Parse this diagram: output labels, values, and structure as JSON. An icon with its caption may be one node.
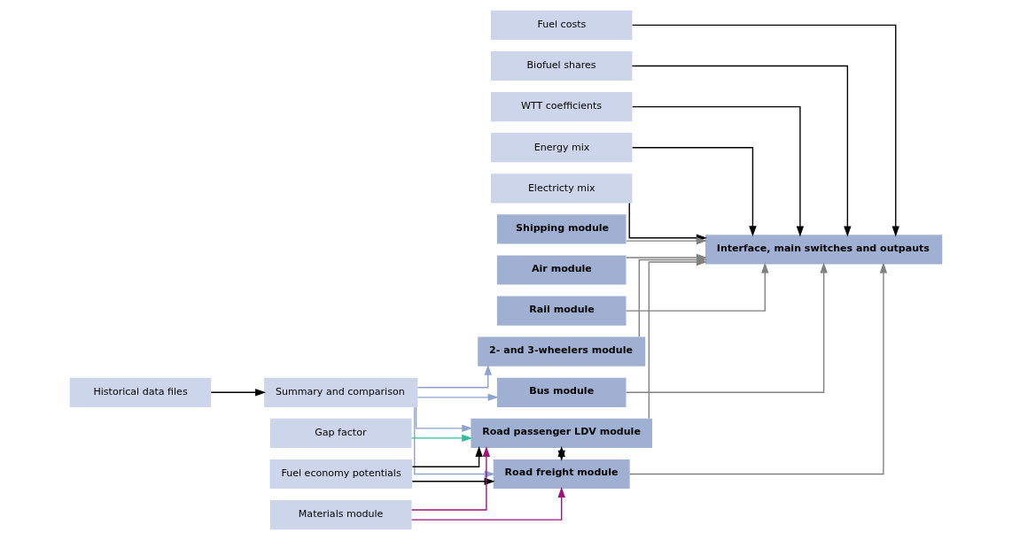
{
  "diagram": {
    "nodes": [
      {
        "text": [
          "Historical data files"
        ]
      },
      {
        "text": [
          "Summary and comparison"
        ]
      },
      {
        "text": [
          "Gap factor"
        ]
      },
      {
        "text": [
          "Fuel economy potentials"
        ]
      },
      {
        "text": [
          "Materials module"
        ]
      },
      {
        "text": [
          "Fuel costs"
        ]
      },
      {
        "text": [
          "Biofuel shares"
        ]
      },
      {
        "text": [
          "WTT coefficients"
        ]
      },
      {
        "text": [
          "Energy mix"
        ]
      },
      {
        "text": [
          "Electricty mix"
        ]
      },
      {
        "text": [
          "Shipping module"
        ]
      },
      {
        "text": [
          "Air module"
        ]
      },
      {
        "text": [
          "Rail module"
        ]
      },
      {
        "text": [
          "Road passenger LDV module"
        ]
      },
      {
        "text": [
          "Road freight module"
        ]
      },
      {
        "text": [
          "2- and 3-wheelers module"
        ]
      },
      {
        "text": [
          "Bus module"
        ]
      },
      {
        "text": [
          "Interface, main switches and outpauts"
        ]
      }
    ],
    "edges": [
      {
        "from": 0,
        "to": 1,
        "arrow": "to"
      },
      {
        "from": 1,
        "to": 13,
        "arrow": "to",
        "color": "#8ea3cf"
      },
      {
        "from": 1,
        "to": 14,
        "arrow": "to",
        "color": "#8ea3cf"
      },
      {
        "from": 1,
        "to": 15,
        "arrow": "to",
        "color": "#8ea3cf"
      },
      {
        "from": 1,
        "to": 16,
        "arrow": "to",
        "color": "#8ea3cf"
      },
      {
        "from": 2,
        "to": 13,
        "arrow": "to",
        "color": "#2bbf9a"
      },
      {
        "from": 3,
        "to": 13,
        "arrow": "to"
      },
      {
        "from": 3,
        "to": 14,
        "arrow": "to"
      },
      {
        "from": 4,
        "to": 13,
        "arrow": "to",
        "color": "#a0147a"
      },
      {
        "from": 4,
        "to": 14,
        "arrow": "to",
        "color": "#a0147a"
      },
      {
        "from": 13,
        "to": 14,
        "arrow": "both"
      },
      {
        "from": 10,
        "to": 17,
        "arrow": "to",
        "color": "#808080"
      },
      {
        "from": 11,
        "to": 17,
        "arrow": "to",
        "color": "#808080"
      },
      {
        "from": 12,
        "to": 17,
        "arrow": "to",
        "color": "#808080"
      },
      {
        "from": 13,
        "to": 17,
        "arrow": "to",
        "color": "#808080"
      },
      {
        "from": 14,
        "to": 17,
        "arrow": "to",
        "color": "#808080"
      },
      {
        "from": 15,
        "to": 17,
        "arrow": "to",
        "color": "#808080"
      },
      {
        "from": 16,
        "to": 17,
        "arrow": "to",
        "color": "#808080"
      },
      {
        "from": 5,
        "to": 17,
        "arrow": "to"
      },
      {
        "from": 6,
        "to": 17,
        "arrow": "to"
      },
      {
        "from": 7,
        "to": 17,
        "arrow": "to"
      },
      {
        "from": 8,
        "to": 17,
        "arrow": "to"
      },
      {
        "from": 9,
        "to": 17,
        "arrow": "to"
      }
    ]
  }
}
